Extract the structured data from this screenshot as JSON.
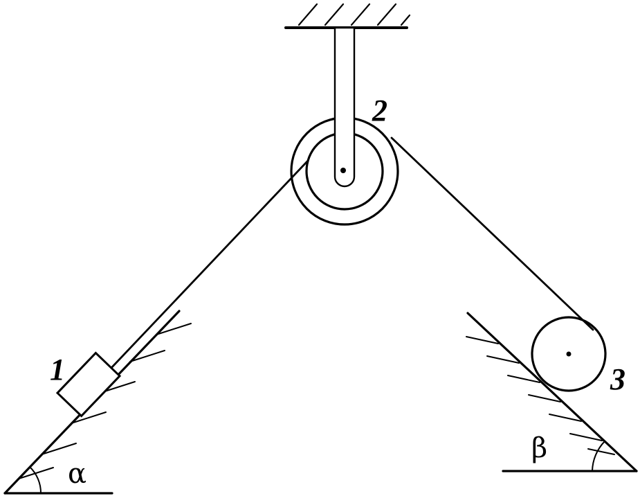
{
  "labels": {
    "block": "1",
    "pulley": "2",
    "roller": "3",
    "angle_left": "α",
    "angle_right": "β"
  },
  "colors": {
    "ink": "#000000",
    "background": "#ffffff"
  }
}
